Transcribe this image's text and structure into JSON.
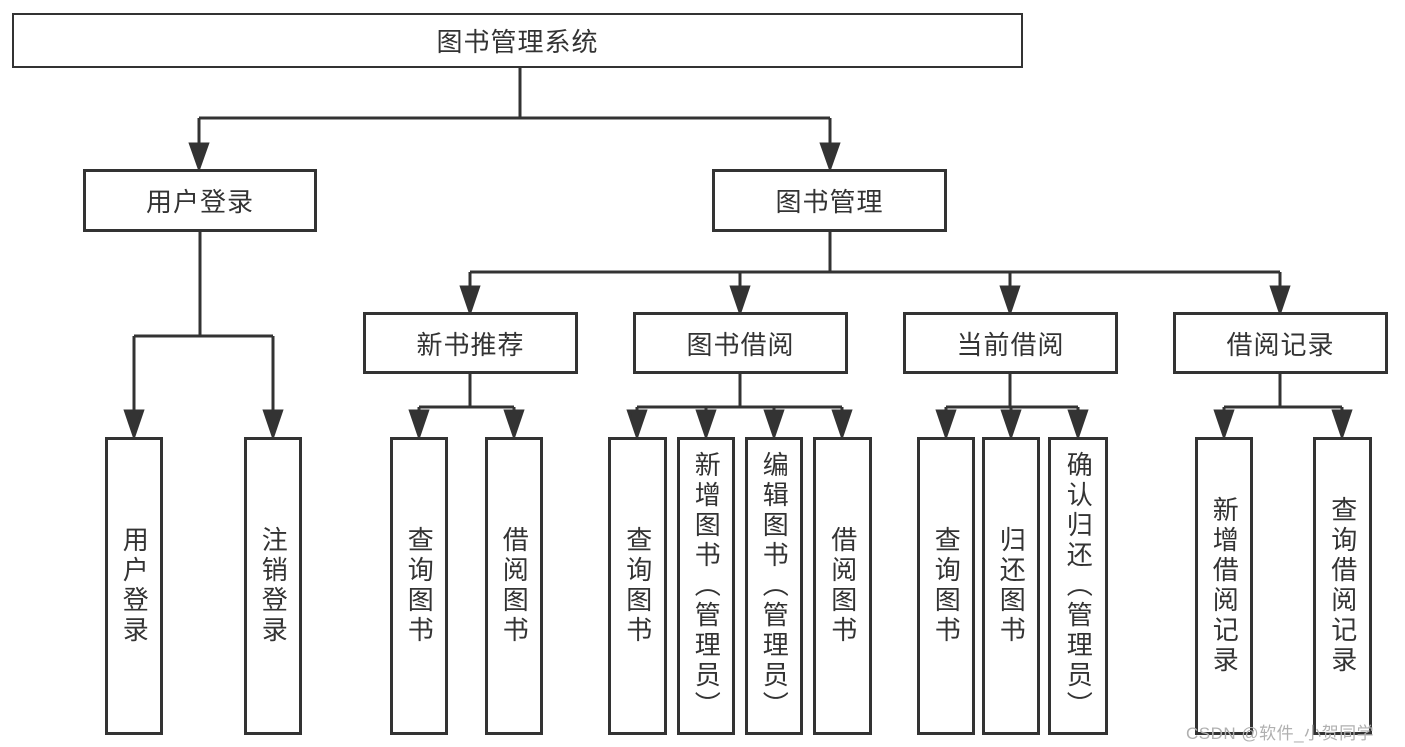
{
  "root_label": "图书管理系统",
  "level2": [
    "用户登录",
    "图书管理"
  ],
  "level3": [
    "新书推荐",
    "图书借阅",
    "当前借阅",
    "借阅记录"
  ],
  "leaves": {
    "user_login": [
      "用户登录",
      "注销登录"
    ],
    "new_book": [
      "查询图书",
      "借阅图书"
    ],
    "book_borrow": [
      "查询图书",
      "新增图书（管理员）",
      "编辑图书（管理员）",
      "借阅图书"
    ],
    "current_borrow": [
      "查询图书",
      "归还图书",
      "确认归还（管理员）"
    ],
    "borrow_record": [
      "新增借阅记录",
      "查询借阅记录"
    ]
  },
  "watermark": "CSDN @软件_小贺同学",
  "colors": {
    "line": "#333333",
    "box_border": "#333333",
    "text": "#333333",
    "watermark": "#b0b0b0",
    "background": "#ffffff"
  }
}
